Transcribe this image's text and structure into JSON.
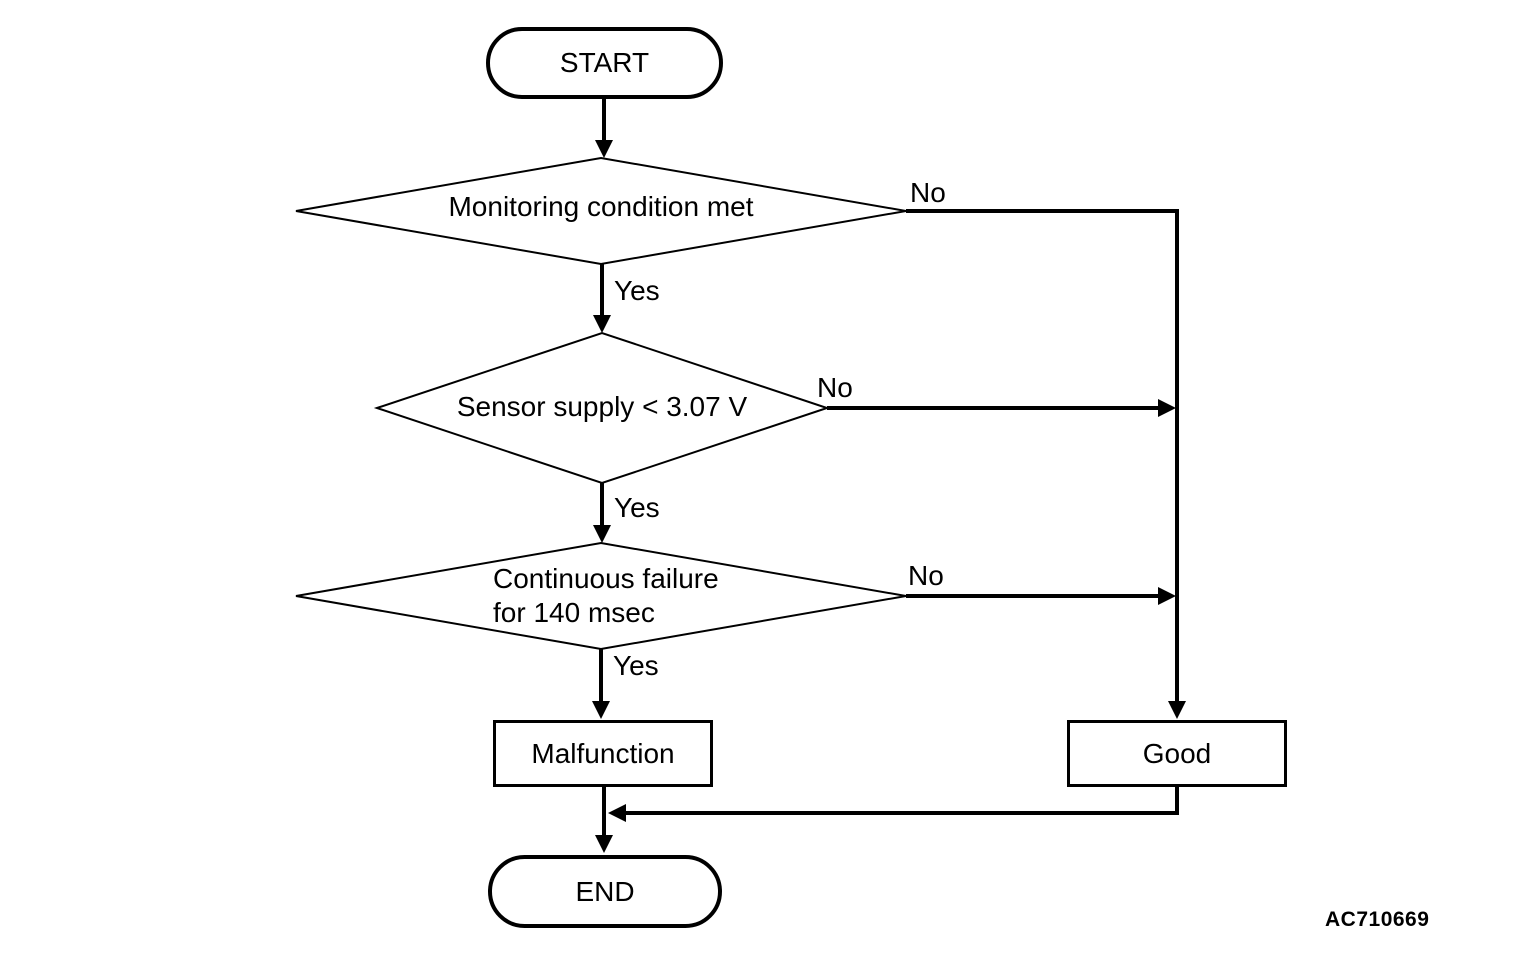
{
  "nodes": {
    "start": {
      "label": "START",
      "type": "terminator"
    },
    "monitoring": {
      "label": "Monitoring condition met",
      "type": "decision"
    },
    "sensor": {
      "label": "Sensor supply < 3.07 V",
      "type": "decision"
    },
    "continuous": {
      "line1": "Continuous failure",
      "line2": "for 140 msec",
      "type": "decision"
    },
    "malfunction": {
      "label": "Malfunction",
      "type": "process"
    },
    "good": {
      "label": "Good",
      "type": "process"
    },
    "end": {
      "label": "END",
      "type": "terminator"
    }
  },
  "edge_labels": {
    "monitoring_yes": "Yes",
    "monitoring_no": "No",
    "sensor_yes": "Yes",
    "sensor_no": "No",
    "continuous_yes": "Yes",
    "continuous_no": "No"
  },
  "figure_code": "AC710669",
  "colors": {
    "line": "#000000",
    "text": "#000000",
    "background": "#ffffff"
  }
}
